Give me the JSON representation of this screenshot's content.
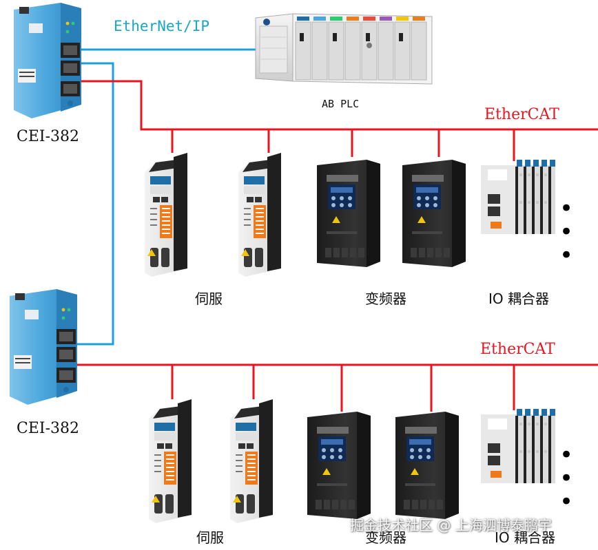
{
  "labels": {
    "gateway_top": "CEI-382",
    "gateway_bottom": "CEI-382",
    "plc": "AB PLC",
    "ethernet_ip": "EtherNet/IP",
    "ethercat_top": "EtherCAT",
    "ethercat_bottom": "EtherCAT",
    "servo_top": "伺服",
    "vfd_top": "变频器",
    "io_top": "IO 耦合器",
    "servo_bottom": "伺服",
    "vfd_bottom": "变频器",
    "io_bottom": "IO 耦合器",
    "more_top": "• • •",
    "more_bottom": "• • •",
    "watermark": "掘金技术社区 @ 上海泗博泰鹏宇"
  },
  "colors": {
    "ethernet_ip_line": "#1aa0d8",
    "ethercat_line": "#e8141e",
    "ethernet_ip_text": "#18a6c9",
    "ethercat_text": "#e8141e",
    "gateway_body": "#4aa6dc",
    "servo_accent": "#f07a1a",
    "vfd_body": "#2a2a2a"
  }
}
